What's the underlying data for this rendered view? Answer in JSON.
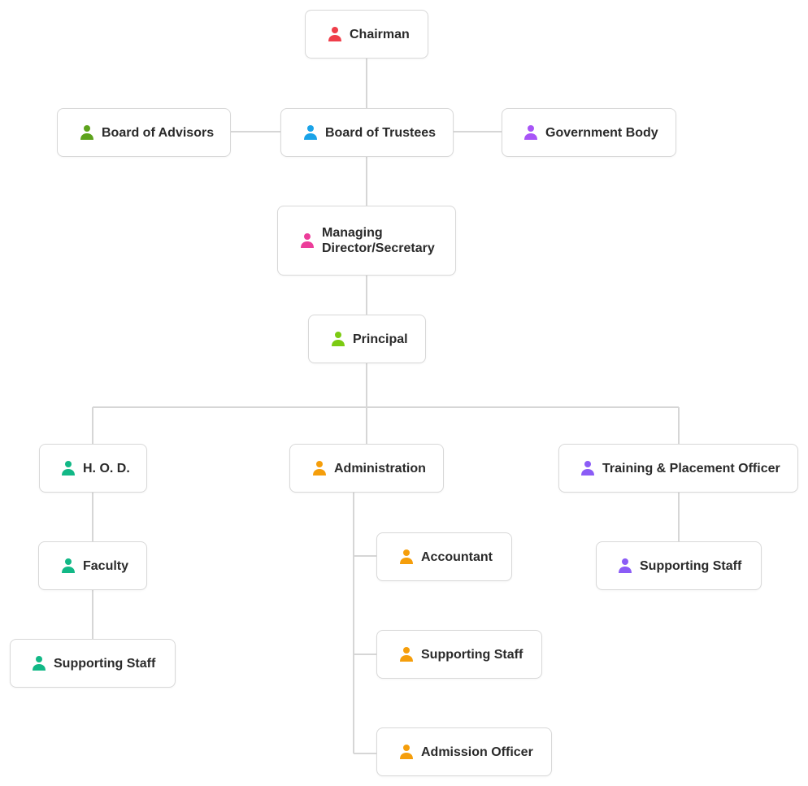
{
  "colors": {
    "connector": "#d6d6d6",
    "red": "#ef3e4a",
    "blue": "#1aa3e8",
    "green": "#5da31c",
    "purple": "#a855f7",
    "pink": "#ec3d9a",
    "lime": "#7ccb12",
    "teal": "#12b886",
    "orange": "#f59e0b",
    "violet": "#8b5cf6"
  },
  "nodes": {
    "chairman": {
      "label": "Chairman",
      "icon": "person-icon",
      "color": "#ef3e4a"
    },
    "board_of_advisors": {
      "label": "Board of Advisors",
      "icon": "person-icon",
      "color": "#5da31c"
    },
    "board_of_trustees": {
      "label": "Board of Trustees",
      "icon": "person-icon",
      "color": "#1aa3e8"
    },
    "government_body": {
      "label": "Government Body",
      "icon": "person-icon",
      "color": "#a855f7"
    },
    "managing_director": {
      "label": "Managing Director/Secretary",
      "icon": "person-icon",
      "color": "#ec3d9a"
    },
    "principal": {
      "label": "Principal",
      "icon": "person-icon",
      "color": "#7ccb12"
    },
    "hod": {
      "label": "H. O. D.",
      "icon": "person-icon",
      "color": "#12b886"
    },
    "administration": {
      "label": "Administration",
      "icon": "person-icon",
      "color": "#f59e0b"
    },
    "training_placement": {
      "label": "Training & Placement Officer",
      "icon": "person-icon",
      "color": "#8b5cf6"
    },
    "faculty": {
      "label": "Faculty",
      "icon": "person-icon",
      "color": "#12b886"
    },
    "hod_supporting_staff": {
      "label": "Supporting Staff",
      "icon": "person-icon",
      "color": "#12b886"
    },
    "accountant": {
      "label": "Accountant",
      "icon": "person-icon",
      "color": "#f59e0b"
    },
    "admin_supporting_staff": {
      "label": "Supporting Staff",
      "icon": "person-icon",
      "color": "#f59e0b"
    },
    "admission_officer": {
      "label": "Admission Officer",
      "icon": "person-icon",
      "color": "#f59e0b"
    },
    "tpo_supporting_staff": {
      "label": "Supporting Staff",
      "icon": "person-icon",
      "color": "#8b5cf6"
    }
  }
}
